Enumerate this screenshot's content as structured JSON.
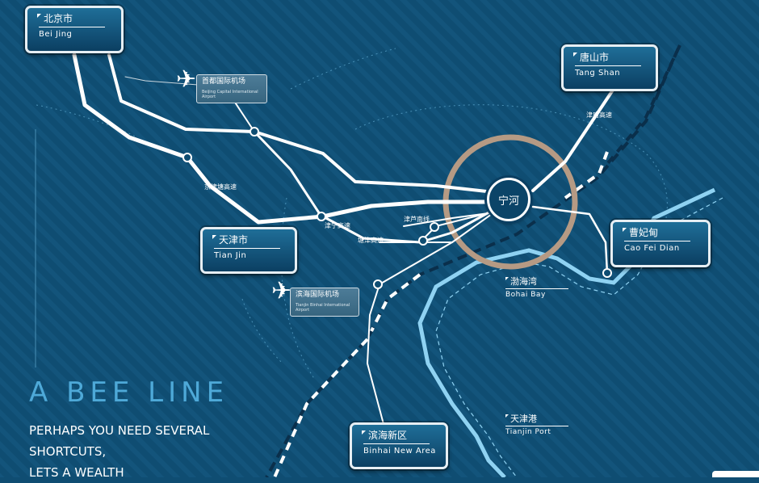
{
  "colors": {
    "background": "#0f4d72",
    "road": "#ffffff",
    "coast": "#8fd2f2",
    "ring": "#b59a84",
    "headline": "#4ea9d8"
  },
  "cities": {
    "beijing": {
      "cn": "北京市",
      "en": "Bei Jing"
    },
    "tangshan": {
      "cn": "唐山市",
      "en": "Tang Shan"
    },
    "tianjin": {
      "cn": "天津市",
      "en": "Tian Jin"
    },
    "caofeidian": {
      "cn": "曹妃甸",
      "en": "Cao Fei Dian"
    },
    "binhai": {
      "cn": "滨海新区",
      "en": "Binhai New Area"
    }
  },
  "center": {
    "label": "宁河"
  },
  "airports": {
    "capital": {
      "cn": "首都国际机场",
      "en": "Beijing Capital International Airport",
      "icon": "airplane-icon"
    },
    "binhai": {
      "cn": "滨海国际机场",
      "en": "Tianjin Binhai International Airport",
      "icon": "airplane-icon"
    }
  },
  "areas": {
    "bohai_bay": {
      "cn": "渤海湾",
      "en": "Bohai Bay"
    },
    "tianjin_port": {
      "cn": "天津港",
      "en": "Tianjin Port"
    }
  },
  "highways": {
    "jintang": "津唐高速",
    "jingjintang": "京津塘高速",
    "jinning": "津宁高速",
    "jinlunan": "津芦南线",
    "tangjin": "塘津高速"
  },
  "headline": "A BEE LINE",
  "tagline": [
    "PERHAPS YOU NEED SEVERAL",
    "SHORTCUTS,",
    "LETS A WEALTH"
  ]
}
